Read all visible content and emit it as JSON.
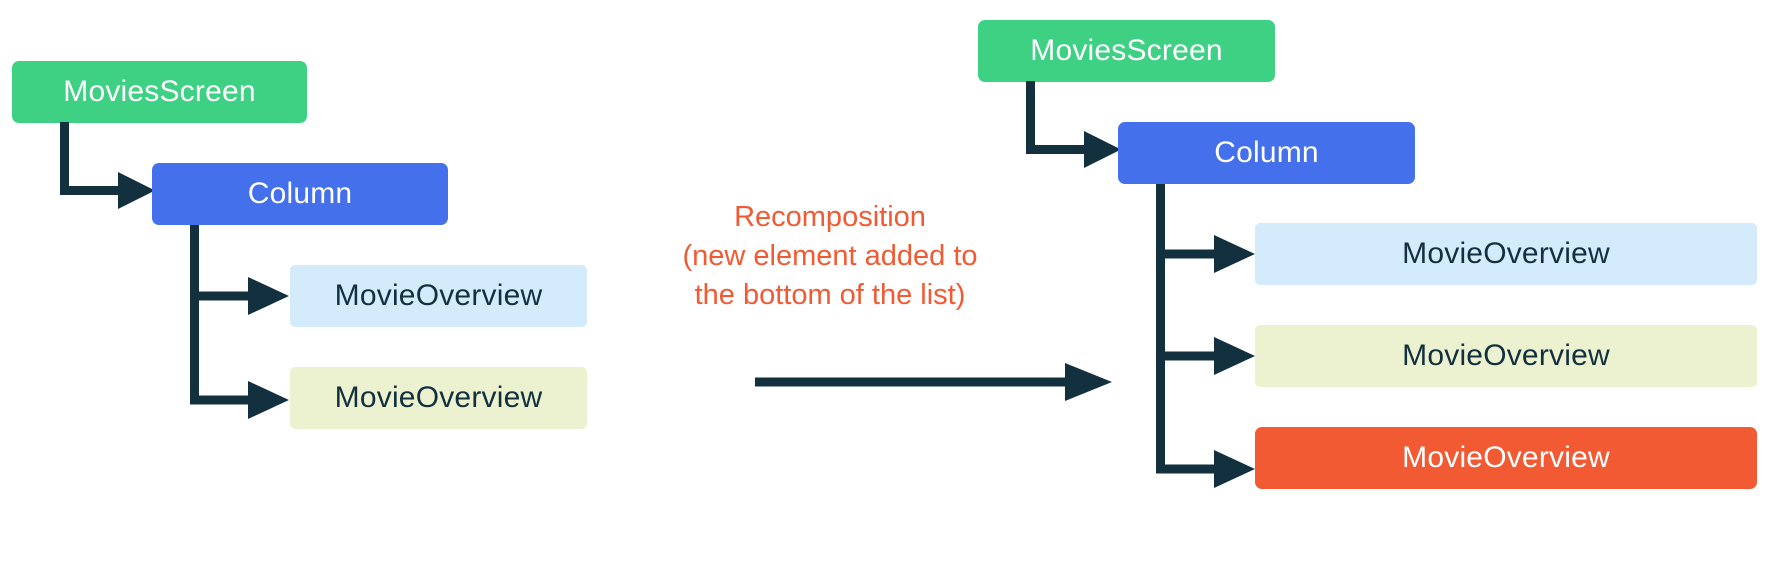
{
  "diagram": {
    "type": "composition-tree-recomposition",
    "background_color": "#ffffff",
    "connector_color": "#13303f"
  },
  "colors": {
    "screen_green": "#3ed183",
    "column_blue": "#4470ec",
    "overview_light_blue": "#d3ebfb",
    "overview_lime": "#ecf2d0",
    "overview_orange": "#f15a33",
    "text_dark": "#13303f",
    "text_white": "#ffffff",
    "accent_orange": "#f15a33"
  },
  "left_tree": {
    "name": "before-recomposition-tree",
    "root": {
      "label": "MoviesScreen",
      "color": "#3ed183"
    },
    "column": {
      "label": "Column",
      "color": "#4470ec"
    },
    "children": [
      {
        "label": "MovieOverview",
        "color": "#d3ebfb"
      },
      {
        "label": "MovieOverview",
        "color": "#ecf2d0"
      }
    ]
  },
  "center": {
    "caption_line1": "Recomposition",
    "caption_line2": "(new element added to",
    "caption_line3": "the bottom of the list)",
    "caption_full": "Recomposition\n(new element added to\nthe bottom of the list)",
    "arrow_direction": "right"
  },
  "right_tree": {
    "name": "after-recomposition-tree",
    "root": {
      "label": "MoviesScreen",
      "color": "#3ed183"
    },
    "column": {
      "label": "Column",
      "color": "#4470ec"
    },
    "children": [
      {
        "label": "MovieOverview",
        "color": "#d3ebfb"
      },
      {
        "label": "MovieOverview",
        "color": "#ecf2d0"
      },
      {
        "label": "MovieOverview",
        "color": "#f15a33"
      }
    ]
  }
}
